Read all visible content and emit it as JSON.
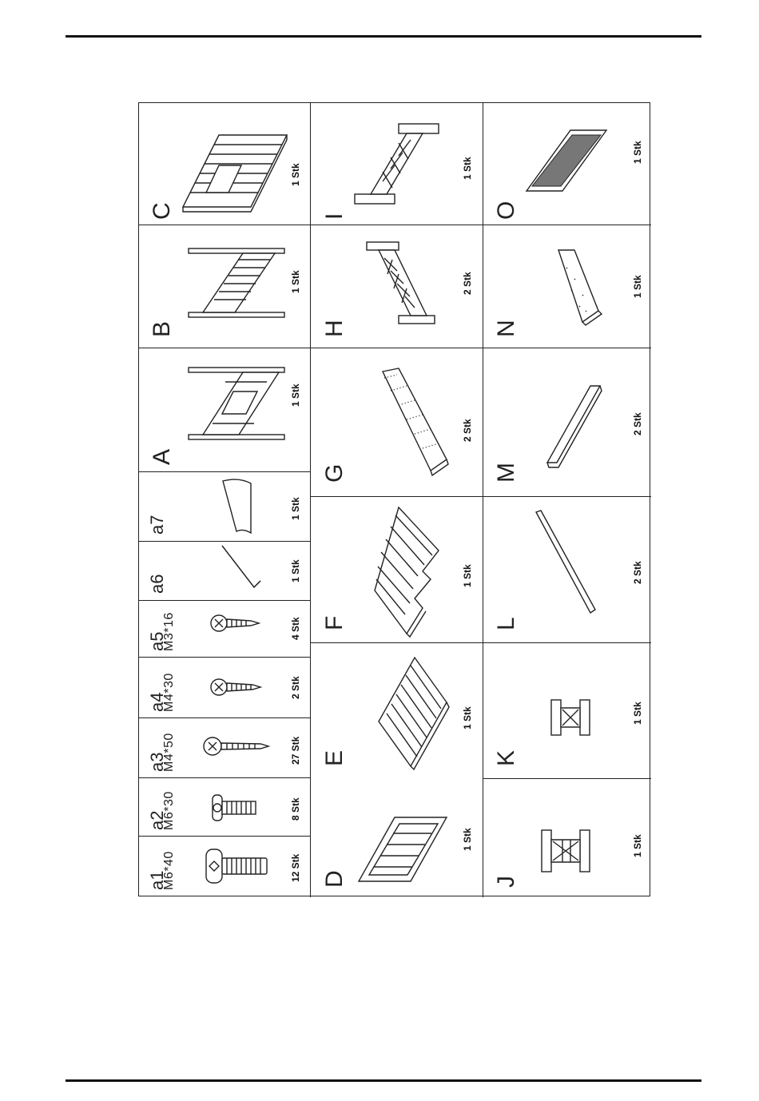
{
  "parts": {
    "a1": {
      "code": "a1",
      "spec": "M6*40",
      "qty": "12 Stk"
    },
    "a2": {
      "code": "a2",
      "spec": "M6*30",
      "qty": "8 Stk"
    },
    "a3": {
      "code": "a3",
      "spec": "M4*50",
      "qty": "27 Stk"
    },
    "a4": {
      "code": "a4",
      "spec": "M4*30",
      "qty": "2 Stk"
    },
    "a5": {
      "code": "a5",
      "spec": "M3*16",
      "qty": "4 Stk"
    },
    "a6": {
      "code": "a6",
      "qty": "1 Stk"
    },
    "a7": {
      "code": "a7",
      "qty": "1 Stk"
    },
    "A": {
      "code": "A",
      "qty": "1 Stk"
    },
    "B": {
      "code": "B",
      "qty": "1 Stk"
    },
    "C": {
      "code": "C",
      "qty": "1 Stk"
    },
    "D": {
      "code": "D",
      "qty": "1 Stk"
    },
    "E": {
      "code": "E",
      "qty": "1 Stk"
    },
    "F": {
      "code": "F",
      "qty": "1 Stk"
    },
    "G": {
      "code": "G",
      "qty": "2 Stk"
    },
    "H": {
      "code": "H",
      "qty": "2 Stk"
    },
    "I": {
      "code": "I",
      "qty": "1 Stk"
    },
    "J": {
      "code": "J",
      "qty": "1 Stk"
    },
    "K": {
      "code": "K",
      "qty": "1 Stk"
    },
    "L": {
      "code": "L",
      "qty": "2 Stk"
    },
    "M": {
      "code": "M",
      "qty": "2 Stk"
    },
    "N": {
      "code": "N",
      "qty": "1 Stk"
    },
    "O": {
      "code": "O",
      "qty": "1 Stk"
    }
  }
}
